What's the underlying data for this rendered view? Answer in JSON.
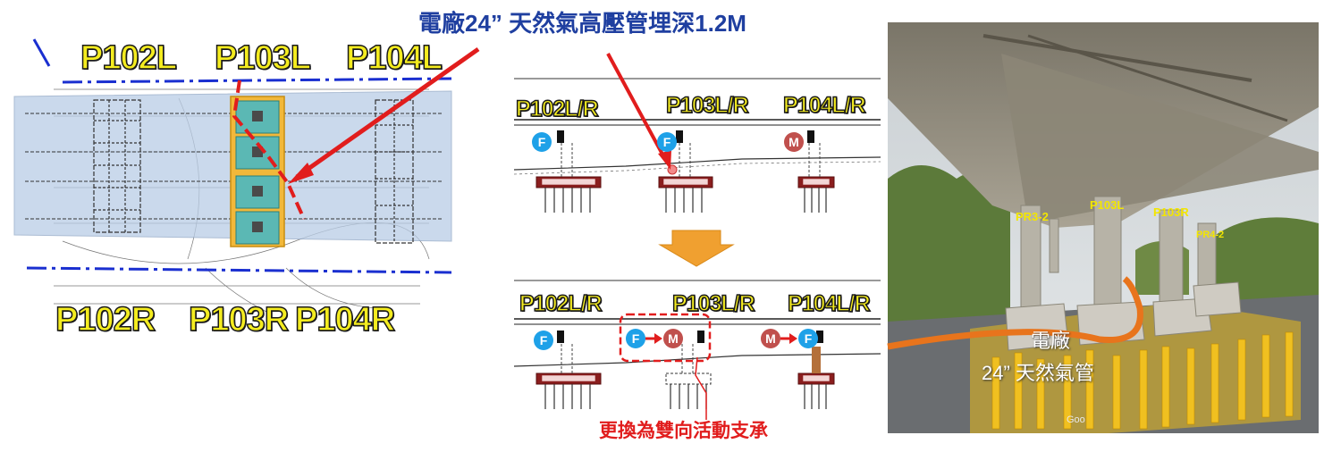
{
  "title": "電廠24” 天然氣高壓管埋深1.2M",
  "plan": {
    "top_labels": [
      "P102L",
      "P103L",
      "P104L"
    ],
    "bottom_labels": [
      "P102R",
      "P103R",
      "P104R"
    ]
  },
  "section_upper": {
    "labels": [
      "P102L/R",
      "P103L/R",
      "P104L/R"
    ],
    "bearings": [
      "F",
      "F",
      "M"
    ]
  },
  "section_lower": {
    "labels": [
      "P102L/R",
      "P103L/R",
      "P104L/R"
    ],
    "bearings": [
      "F",
      "F",
      "M",
      "M",
      "F"
    ]
  },
  "caption": "更換為雙向活動支承",
  "photo": {
    "pier_labels": [
      "PR3-2",
      "P103L",
      "P103R",
      "PR4-2"
    ],
    "pipe_label_line1": "電廠",
    "pipe_label_line2": "24” 天然氣管",
    "watermark": "Goo"
  },
  "colors": {
    "label_yellow": "#f4ec1f",
    "title_blue": "#1f3fa0",
    "alert_red": "#e11d1d",
    "plan_fill": "#b9cde6",
    "pipe_orange": "#e8741c",
    "arrow_orange": "#f0a030"
  }
}
